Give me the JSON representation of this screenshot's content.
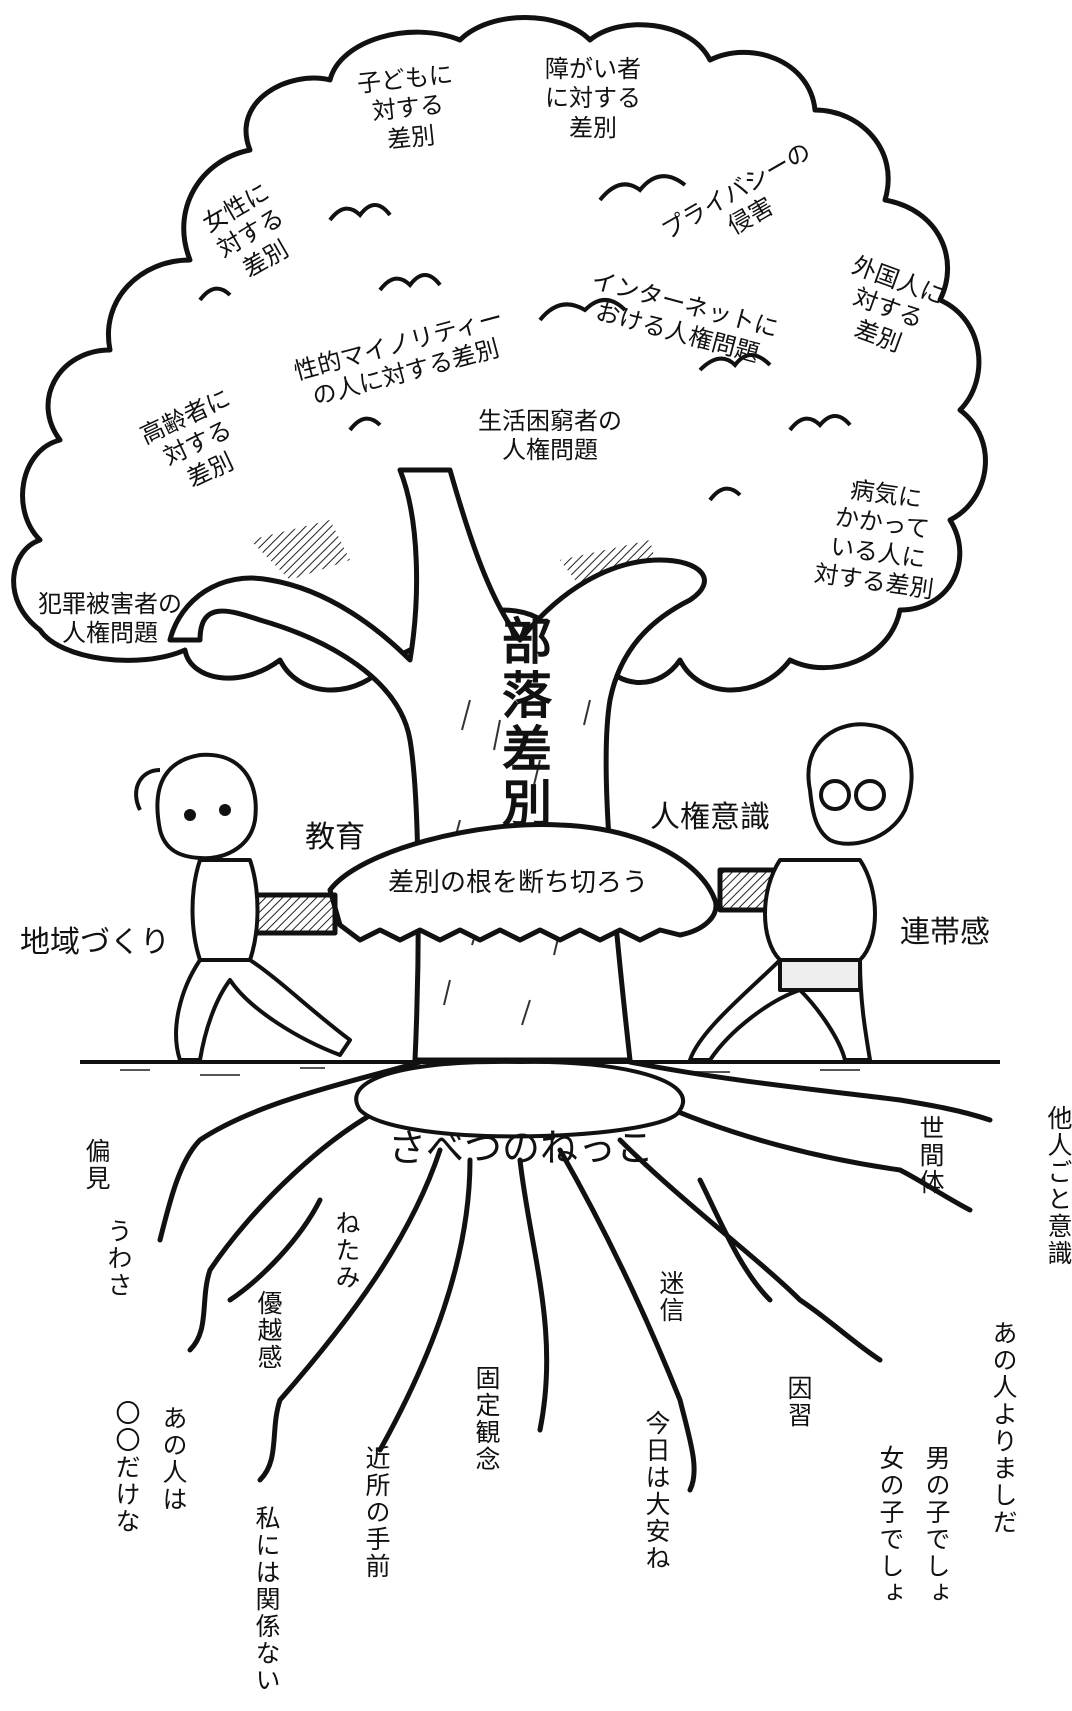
{
  "canopy": {
    "children": "子どもに\n対する\n差別",
    "disabled": "障がい者\nに対する\n差別",
    "women": "女性に\n対する\n差別",
    "privacy": "プライバシーの\n侵害",
    "foreigners": "外国人に\n対する\n差別",
    "internet": "インターネットに\nおける人権問題",
    "sexual_minority": "性的マイノリティー\nの人に対する差別",
    "elderly": "高齢者に\n対する\n差別",
    "poverty": "生活困窮者の\n人権問題",
    "illness": "病気に\nかかって\nいる人に\n対する差別",
    "crime_victims": "犯罪被害者の\n人権問題"
  },
  "trunk": {
    "title": "部落差別"
  },
  "middle": {
    "education": "教育",
    "awareness": "人権意識",
    "saw_text": "差別の根を断ち切ろう",
    "community": "地域づくり",
    "solidarity": "連帯感"
  },
  "roots": {
    "title": "さべつのねっこ",
    "prejudice": "偏見",
    "rumor": "うわさ",
    "resentment": "ねたみ",
    "superiority": "優越感",
    "that_person": "あの人は",
    "only_that": "〇〇だけな",
    "fixed_idea": "固定観念",
    "neighbors": "近所の手前",
    "not_related": "私には関係ない",
    "superstition": "迷信",
    "today_taian": "今日は大安ね",
    "custom": "因習",
    "world_eyes": "世間体",
    "better_than": "あの人よりましだ",
    "boy_girl_1": "男の子でしょ",
    "boy_girl_2": "女の子でしょ",
    "others_awareness": "他人ごと意識"
  }
}
